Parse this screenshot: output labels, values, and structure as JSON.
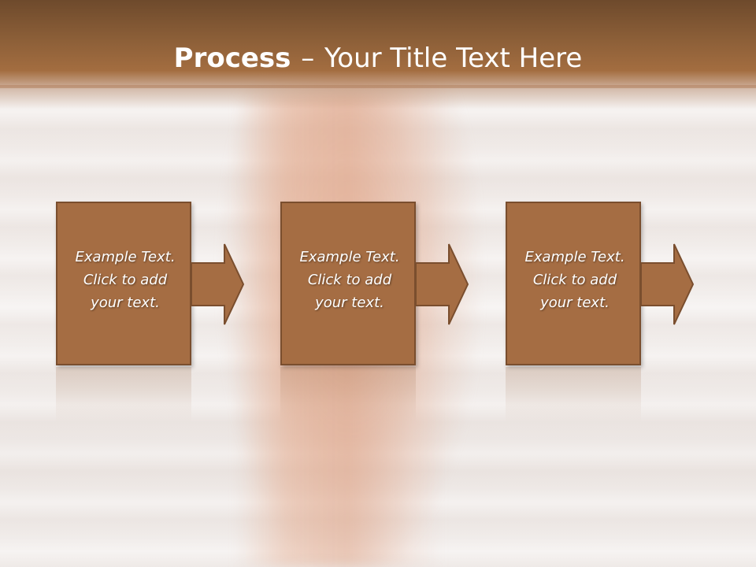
{
  "slide": {
    "title_bold": "Process",
    "title_separator": "–",
    "title_rest": "Your Title Text Here"
  },
  "steps": [
    {
      "line1": "Example Text.",
      "line2": "Click  to add",
      "line3": "your text."
    },
    {
      "line1": "Example Text.",
      "line2": "Click  to add",
      "line3": "your text."
    },
    {
      "line1": "Example Text.",
      "line2": "Click  to add",
      "line3": "your text."
    }
  ],
  "colors": {
    "header": "#8c5f38",
    "box_fill": "#a56d43",
    "box_border": "#7a4e2e",
    "text": "#ffffff"
  },
  "icons": [
    "right-arrow-icon"
  ]
}
